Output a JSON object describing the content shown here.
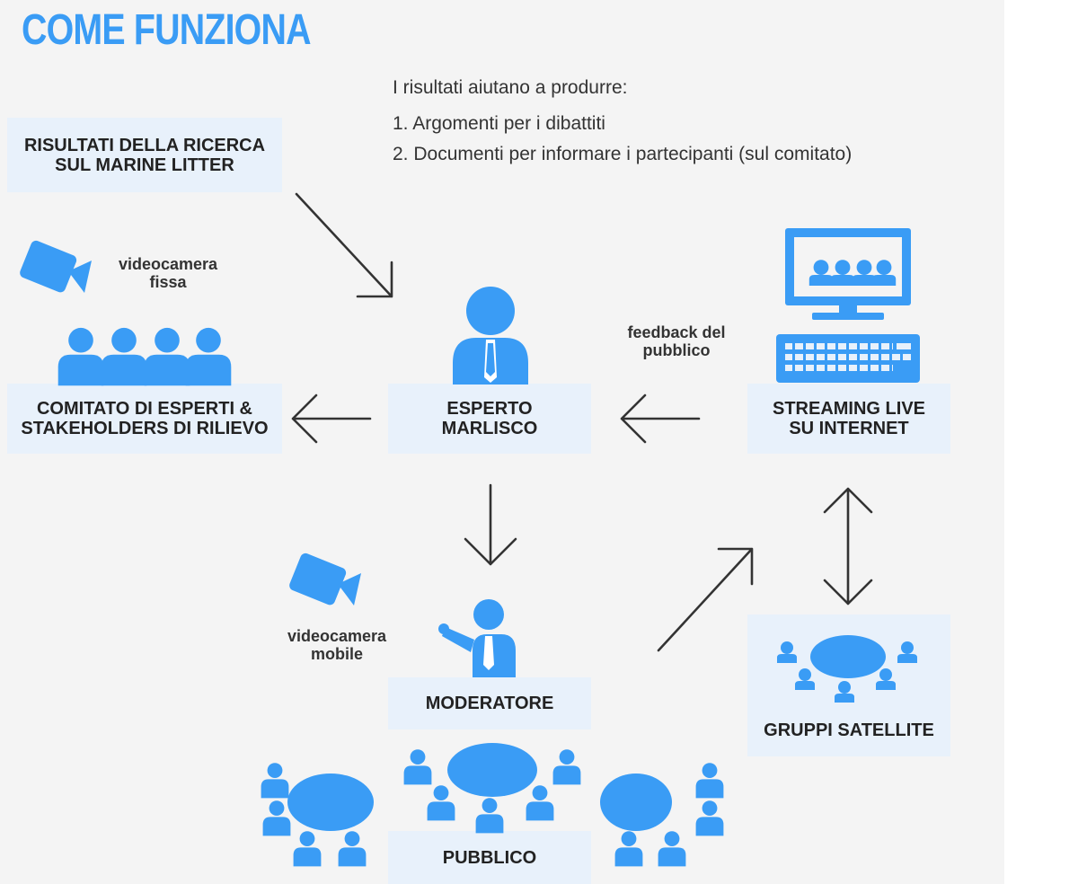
{
  "title": "COME FUNZIONA",
  "intro": {
    "heading": "I risultati aiutano a produrre:",
    "items": [
      "1. Argomenti per i dibattiti",
      "2. Documenti per informare i partecipanti (sul comitato)"
    ]
  },
  "nodes": {
    "research": "RISULTATI DELLA RICERCA\nSUL MARINE LITTER",
    "committee": "COMITATO DI ESPERTI &\nSTAKEHOLDERS DI RILIEVO",
    "expert": "ESPERTO\nMARLISCO",
    "streaming": "STREAMING LIVE\nSU INTERNET",
    "moderator": "MODERATORE",
    "satellite": "GRUPPI SATELLITE",
    "public": "PUBBLICO"
  },
  "labels": {
    "fixed_camera": "videocamera\nfissa",
    "mobile_camera": "videocamera\nmobile",
    "feedback": "feedback del\npubblico"
  },
  "icons": [
    "video-camera-icon",
    "person-icon",
    "monitor-icon",
    "keyboard-icon",
    "round-table-icon",
    "arrow-icon"
  ],
  "colors": {
    "accent": "#3a9cf5",
    "box": "#e8f1fb",
    "arrow": "#333333"
  }
}
